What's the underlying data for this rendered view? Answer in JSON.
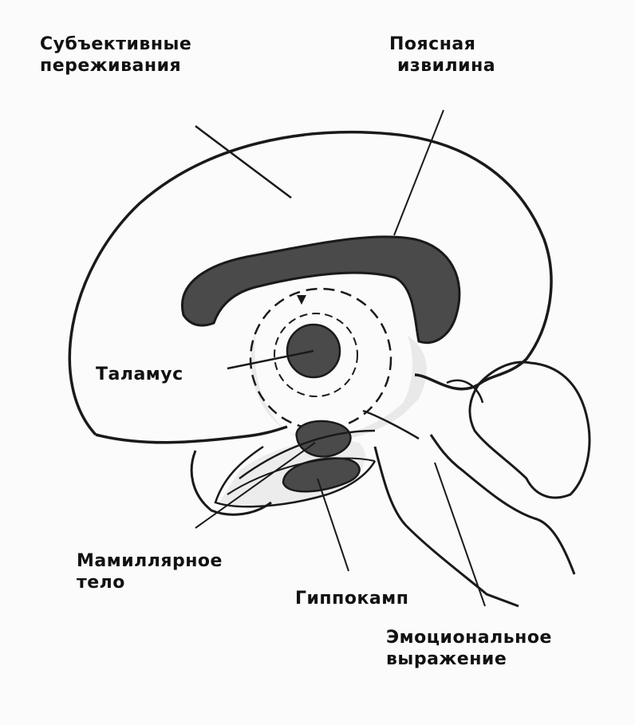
{
  "labels": {
    "subjective": {
      "line1": "Субъективные",
      "line2": "переживания"
    },
    "cingulate": {
      "line1": "Поясная",
      "line2": "извилина"
    },
    "thalamus": {
      "text": "Таламус"
    },
    "mammillary": {
      "line1": "Мамиллярное",
      "line2": "тело"
    },
    "hippocampus": {
      "text": "Гиппокамп"
    },
    "emotional": {
      "line1": "Эмоциональное",
      "line2": "выражение"
    }
  },
  "colors": {
    "outline": "#1a1a1a",
    "structure_fill": "#4a4a4a",
    "pale_fill": "#e8e8e8",
    "background": "#fbfbfb"
  }
}
